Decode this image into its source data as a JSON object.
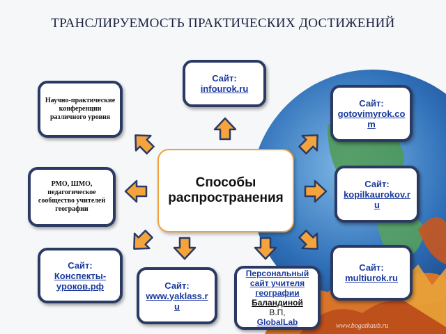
{
  "title": "ТРАНСЛИРУЕМОСТЬ  ПРАКТИЧЕСКИХ ДОСТИЖЕНИЙ",
  "center": "Способы распространения",
  "boxes": {
    "infourok": {
      "label": "Сайт:",
      "link": "infourok.ru"
    },
    "gotovimyrok": {
      "label": "Сайт:",
      "link": "gotovimyrok.com"
    },
    "kopilkaurokov": {
      "label": "Сайт:",
      "link": "kopilkaurokov.ru"
    },
    "multiurok": {
      "label": "Сайт:",
      "link": "multiurok.ru"
    },
    "konspekty": {
      "label": "Сайт:",
      "link": "Конспекты-уроков.рф"
    },
    "yaklass": {
      "label": "Сайт:",
      "link": "www.yaklass.ru"
    },
    "personal": {
      "line1": "Персональный сайт учителя географии",
      "line2": "Баландиной",
      "line3": "В.П,",
      "line4": "GlobalLab"
    },
    "conferences": "Научно-практические конференции различного уровня",
    "rmo": "РМО, ШМО, педагогическое сообщество учителей географии"
  },
  "watermark": "www.bogatkaub.ru",
  "colors": {
    "box_border": "#2b3a63",
    "arrow_fill": "#f5a43c",
    "arrow_stroke": "#2b3a63",
    "link": "#1b3a9e",
    "center_border": "#f0a03a"
  }
}
